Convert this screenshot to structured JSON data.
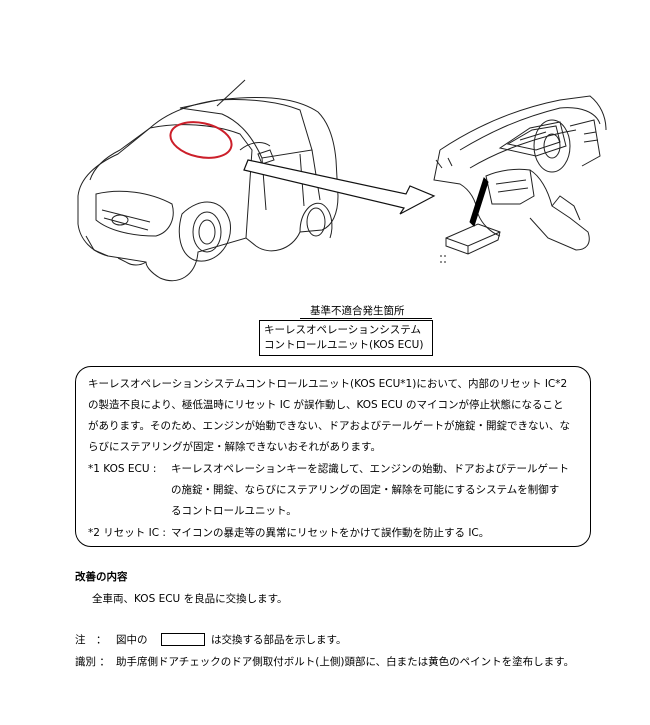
{
  "diagram": {
    "site_label": "基準不適合発生箇所",
    "component_label_line1": "キーレスオペレーションシステム",
    "component_label_line2": "コントロールユニット(KOS ECU)"
  },
  "notice": {
    "para_line1": "キーレスオペレーションシステムコントロールユニット(KOS ECU*1)において、内部のリセット IC*2",
    "para_line2": "の製造不良により、極低温時にリセット IC が誤作動し、KOS ECU のマイコンが停止状態になること",
    "para_line3": "があります。そのため、エンジンが始動できない、ドアおよびテールゲートが施錠・開錠できない、な",
    "para_line4": "らびにステアリングが固定・解除できないおそれがあります。",
    "fn1_term": "*1 KOS ECU :",
    "fn1_line1": "キーレスオペレーションキーを認識して、エンジンの始動、ドアおよびテールゲート",
    "fn1_line2": "の施錠・開錠、ならびにステアリングの固定・解除を可能にするシステムを制御す",
    "fn1_line3": "るコントロールユニット。",
    "fn2_term": "*2 リセット IC :",
    "fn2_text": "マイコンの暴走等の異常にリセットをかけて誤作動を防止する IC。"
  },
  "remedy": {
    "heading": "改善の内容",
    "text": "全車両、KOS ECU を良品に交換します。"
  },
  "footer": {
    "note_term": "注　：",
    "note_before": "図中の",
    "note_after": "は交換する部品を示します。",
    "ident_term": "識別 ：",
    "ident_text": "助手席側ドアチェックのドア側取付ボルト(上側)頭部に、白または黄色のペイントを塗布します。"
  },
  "colors": {
    "highlight": "#cc1f2a",
    "ink": "#000000"
  }
}
